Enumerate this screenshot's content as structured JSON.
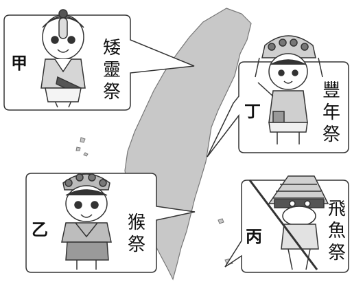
{
  "panels": [
    {
      "id": "jia",
      "tag": "甲",
      "festival": [
        "矮",
        "靈",
        "祭"
      ]
    },
    {
      "id": "ding",
      "tag": "丁",
      "festival": [
        "豐",
        "年",
        "祭"
      ]
    },
    {
      "id": "yi",
      "tag": "乙",
      "festival": [
        "猴",
        "祭"
      ]
    },
    {
      "id": "bing",
      "tag": "丙",
      "festival": [
        "飛",
        "魚",
        "祭"
      ]
    }
  ],
  "colors": {
    "island": "#c8c8c8",
    "outline": "#333333",
    "bubble": "#ffffff",
    "skirt": "#d9d9d9"
  }
}
